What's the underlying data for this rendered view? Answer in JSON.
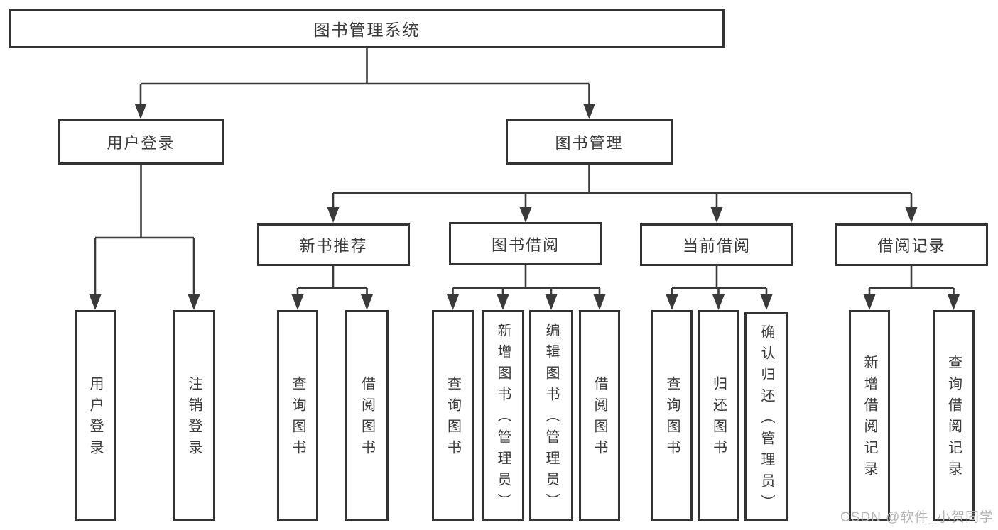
{
  "colors": {
    "line": "#3a3a3a",
    "box_border": "#333333",
    "text": "#3a3a3a",
    "watermark_text_color": "#b5b5b5",
    "background": "#ffffff"
  },
  "tree": {
    "label": "图书管理系统",
    "children": [
      {
        "label": "用户登录",
        "children": [
          {
            "label": "用户登录"
          },
          {
            "label": "注销登录"
          }
        ]
      },
      {
        "label": "图书管理",
        "children": [
          {
            "label": "新书推荐",
            "children": [
              {
                "label": "查询图书"
              },
              {
                "label": "借阅图书"
              }
            ]
          },
          {
            "label": "图书借阅",
            "children": [
              {
                "label": "查询图书"
              },
              {
                "label": "新增图书（管理员）"
              },
              {
                "label": "编辑图书（管理员）"
              },
              {
                "label": "借阅图书"
              }
            ]
          },
          {
            "label": "当前借阅",
            "children": [
              {
                "label": "查询图书"
              },
              {
                "label": "归还图书"
              },
              {
                "label": "确认归还（管理员）"
              }
            ]
          },
          {
            "label": "借阅记录",
            "children": [
              {
                "label": "新增借阅记录"
              },
              {
                "label": "查询借阅记录"
              }
            ]
          }
        ]
      }
    ]
  },
  "watermark": {
    "text": "CSDN @软件_小贺同学"
  }
}
